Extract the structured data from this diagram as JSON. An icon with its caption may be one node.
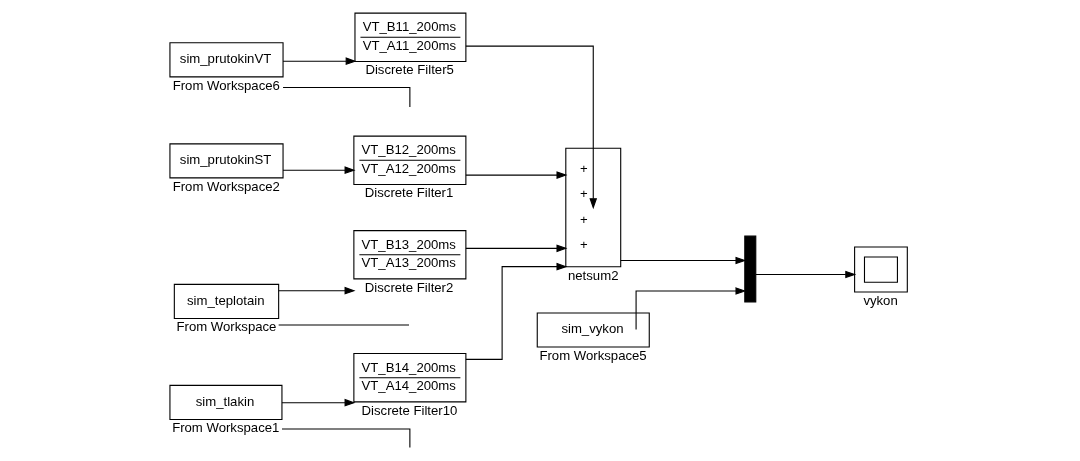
{
  "diagram": {
    "nodes": [
      {
        "text": [
          "sim_prutokinVT"
        ],
        "beside": [
          "From Workspace6"
        ]
      },
      {
        "text": [
          "sim_prutokinST"
        ],
        "beside": [
          "From Workspace2"
        ]
      },
      {
        "text": [
          "sim_teplotain"
        ],
        "beside": [
          "From Workspace"
        ]
      },
      {
        "text": [
          "sim_tlakin"
        ],
        "beside": [
          "From Workspace1"
        ]
      },
      {
        "text": [
          "VT_B11_200ms",
          "VT_A11_200ms"
        ],
        "beside": [
          "Discrete Filter5"
        ]
      },
      {
        "text": [
          "VT_B12_200ms",
          "VT_A12_200ms"
        ],
        "beside": [
          "Discrete Filter1"
        ]
      },
      {
        "text": [
          "VT_B13_200ms",
          "VT_A13_200ms"
        ],
        "beside": [
          "Discrete Filter2"
        ]
      },
      {
        "text": [
          "VT_B14_200ms",
          "VT_A14_200ms"
        ],
        "beside": [
          "Discrete Filter10"
        ]
      },
      {
        "text": [
          "+",
          "+",
          "+",
          "+"
        ],
        "beside": [
          "netsum2"
        ]
      },
      {
        "text": [],
        "shape": "bar"
      },
      {
        "text": [
          "sim_vykon"
        ],
        "beside": [
          "From Workspace5"
        ]
      },
      {
        "text": [],
        "shape": "box",
        "beside": [
          "vykon"
        ]
      }
    ],
    "edges": [
      {
        "from": 0,
        "to": 4,
        "arrow": "to"
      },
      {
        "from": 1,
        "to": 5,
        "arrow": "to"
      },
      {
        "from": 2,
        "to": 6,
        "arrow": "to"
      },
      {
        "from": 3,
        "to": 7,
        "arrow": "to"
      },
      {
        "from": 0,
        "to": null,
        "arrow": "none"
      },
      {
        "from": 2,
        "to": null,
        "arrow": "none"
      },
      {
        "from": 3,
        "to": null,
        "arrow": "none"
      },
      {
        "from": 4,
        "to": 8,
        "arrow": "to"
      },
      {
        "from": 5,
        "to": 8,
        "arrow": "to"
      },
      {
        "from": 6,
        "to": 8,
        "arrow": "to"
      },
      {
        "from": 7,
        "to": 8,
        "arrow": "to"
      },
      {
        "from": 8,
        "to": 9,
        "arrow": "to"
      },
      {
        "from": 10,
        "to": 9,
        "arrow": "to"
      },
      {
        "from": 9,
        "to": 11,
        "arrow": "to"
      }
    ]
  }
}
